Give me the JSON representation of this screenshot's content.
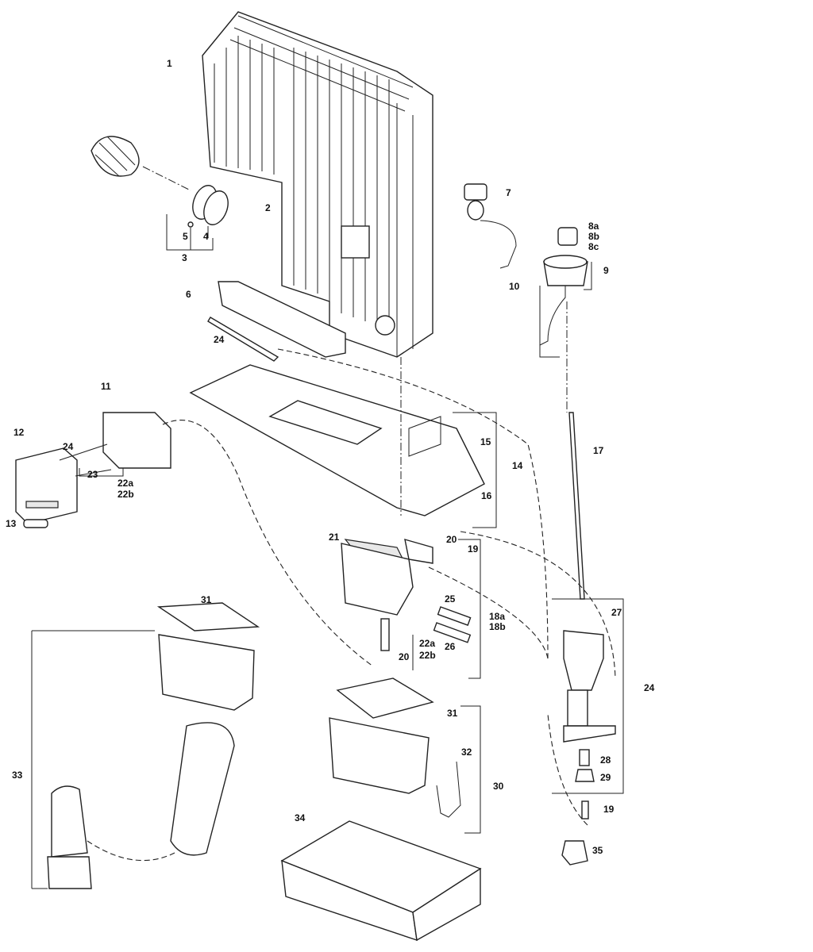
{
  "diagram": {
    "type": "exploded-parts-diagram",
    "callouts": [
      "1",
      "2",
      "3",
      "4",
      "5",
      "6",
      "7",
      "8a",
      "8b",
      "8c",
      "9",
      "10",
      "11",
      "12",
      "13",
      "14",
      "15",
      "16",
      "17",
      "18a",
      "18b",
      "19",
      "19",
      "20",
      "20",
      "21",
      "22a",
      "22b",
      "22a",
      "22b",
      "23",
      "24",
      "24",
      "24",
      "25",
      "26",
      "27",
      "28",
      "29",
      "30",
      "31",
      "31",
      "32",
      "33",
      "34",
      "35"
    ]
  }
}
